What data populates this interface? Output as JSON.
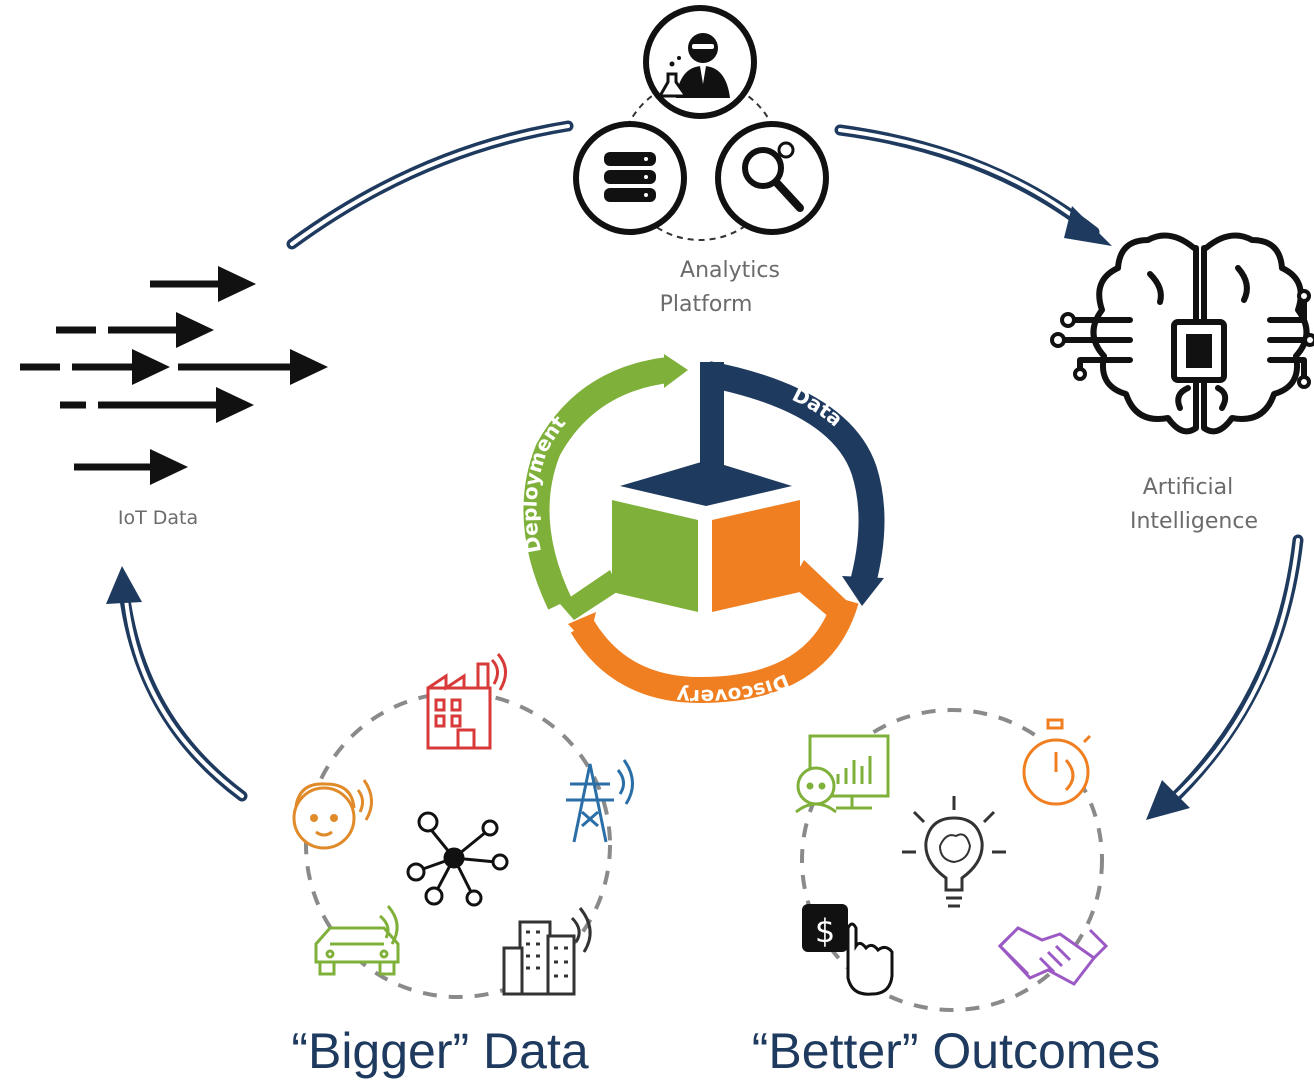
{
  "labels": {
    "analytics_line1": "Analytics",
    "analytics_line2": "Platform",
    "ai_line1": "Artificial",
    "ai_line2": "Intelligence",
    "iot": "IoT Data",
    "bigger_data": "“Bigger” Data",
    "better_outcomes": "“Better” Outcomes"
  },
  "cycle": {
    "deployment": "Deployment",
    "data": "Data",
    "discovery": "Discovery"
  },
  "icons": {
    "dollar_symbol": "$"
  },
  "colors": {
    "navy": "#1f3a5f",
    "green": "#7fb03a",
    "orange": "#f07f22",
    "red": "#d83a3a",
    "purple": "#9b59c5",
    "gray_text": "#6b6b6b",
    "dash_gray": "#8a8a8a"
  }
}
